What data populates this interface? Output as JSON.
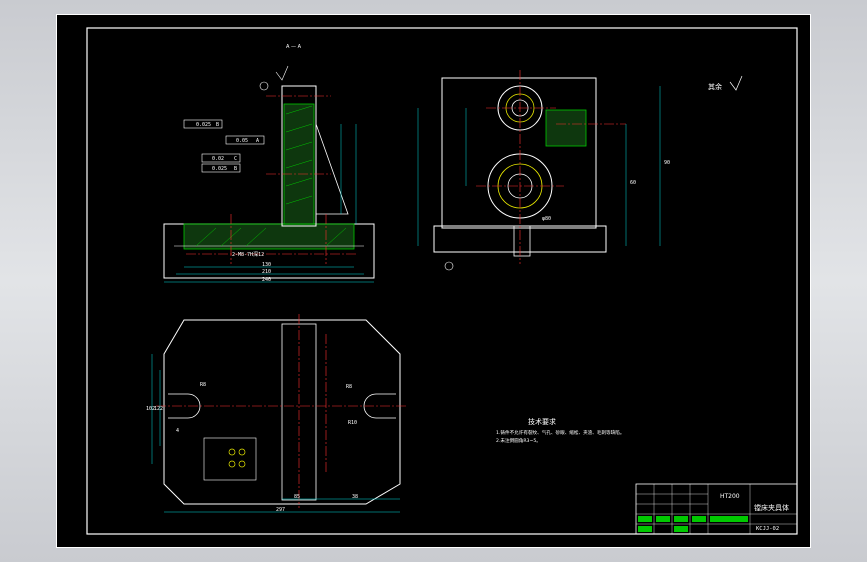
{
  "section_label": "A — A",
  "roughness_note": "其余",
  "tech_req": {
    "title": "技术要求",
    "line1": "1.铸件不允许有裂纹、气孔、砂眼、缩松、夹渣、毛刺等缺陷。",
    "line2": "2.未注倒圆角R3~5。"
  },
  "title_block": {
    "material": "HT200",
    "name": "镗床夹具体",
    "drawing_no": "KCJJ-02"
  },
  "dims": {
    "width_130": "130",
    "width_210": "210",
    "width_240": "240",
    "thread_note": "2-M8-7H深12",
    "bottom_width": "297",
    "dim_85": "85",
    "dim_38": "38",
    "dim_R8": "R8",
    "dim_R10": "R10",
    "dim_R8b": "R8",
    "dim_4": "4",
    "dim_102": "102",
    "dim_122": "122",
    "side_90": "90",
    "side_60": "60",
    "phi_label": "φ80"
  },
  "tolerance": {
    "tol1": "0.025",
    "tol1_ref": "B",
    "tol2": "0.05",
    "tol2_ref": "A",
    "tol3": "0.02",
    "tol3_ref": "C",
    "tol4": "0.025",
    "tol4_ref": "B"
  },
  "colors": {
    "line": "#ffffff",
    "center": "#ff3030",
    "hatch": "#00c800",
    "dim": "#00dcdc",
    "text": "#ffffff",
    "yellow": "#e8e800"
  }
}
